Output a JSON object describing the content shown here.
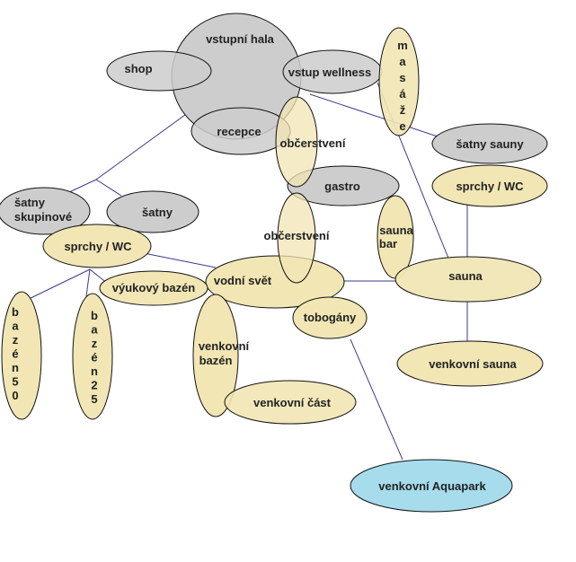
{
  "colors": {
    "gray": "#cdcdcd",
    "beige": "#f1e6b4",
    "blue": "#a6dcec",
    "stroke": "#111111",
    "edge": "#3b3b8c"
  },
  "nodes": {
    "vstupni_hala": "vstupní hala",
    "shop": "shop",
    "vstup_wellness": "vstup wellness",
    "masaze": "masáže",
    "recepce": "recepce",
    "obcerstveni_top": "občerstvení",
    "satny_sauny": "šatny sauny",
    "gastro": "gastro",
    "sprchy_wc_right": "sprchy / WC",
    "satny_skupinove_1": "šatny",
    "satny_skupinove_2": "skupinové",
    "satny": "šatny",
    "obcerstveni_mid": "občerstvení",
    "sauna_bar_1": "sauna",
    "sauna_bar_2": "bar",
    "sprchy_wc_left": "sprchy / WC",
    "sauna": "sauna",
    "vodni_svet": "vodní svět",
    "vyukovy_bazen": "výukový bazén",
    "tobogany": "tobogány",
    "bazen50": "bazén50",
    "bazen25": "bazén25",
    "venkovni_bazen_1": "venkovní",
    "venkovni_bazen_2": "bazén",
    "venkovni_sauna": "venkovní sauna",
    "venkovni_cast": "venkovní část",
    "venkovni_aquapark": "venkovní Aquapark"
  }
}
